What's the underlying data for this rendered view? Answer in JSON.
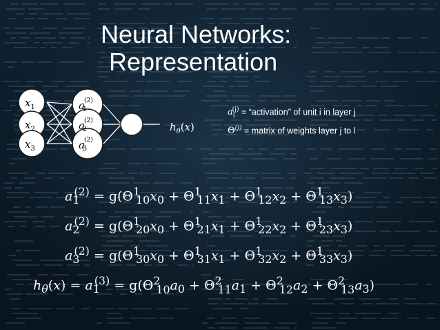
{
  "slide": {
    "title_line1": "Neural Networks:",
    "title_line2": "Representation"
  },
  "network": {
    "inputs": [
      "x1",
      "x2",
      "x3"
    ],
    "hidden": [
      "a1(2)",
      "a2(2)",
      "a3(2)"
    ],
    "output_label": "hθ(x)"
  },
  "legend": {
    "activation_symbol": "a_i^(j)",
    "activation_text": "= “activation” of unit i in layer j",
    "weights_symbol": "Θ^(j)",
    "weights_text": "= matrix of weights layer j to l"
  },
  "equations": [
    "a1(2) = g(Θ¹10 x0 + Θ¹11 x1 + Θ¹12 x2 + Θ¹13 x3)",
    "a2(2) = g(Θ¹20 x0 + Θ¹21 x1 + Θ¹22 x2 + Θ¹23 x3)",
    "a3(2) = g(Θ¹30 x0 + Θ¹31 x1 + Θ¹32 x2 + Θ¹33 x3)",
    "hθ(x) = a1(3) = g(Θ²10 a0 + Θ²11 a1 + Θ²12 a2 + Θ²13 a3)"
  ],
  "colors": {
    "background": "#0b1a26",
    "text": "#ffffff",
    "node_fill": "#ffffff",
    "node_stroke": "#1b1b1b"
  }
}
